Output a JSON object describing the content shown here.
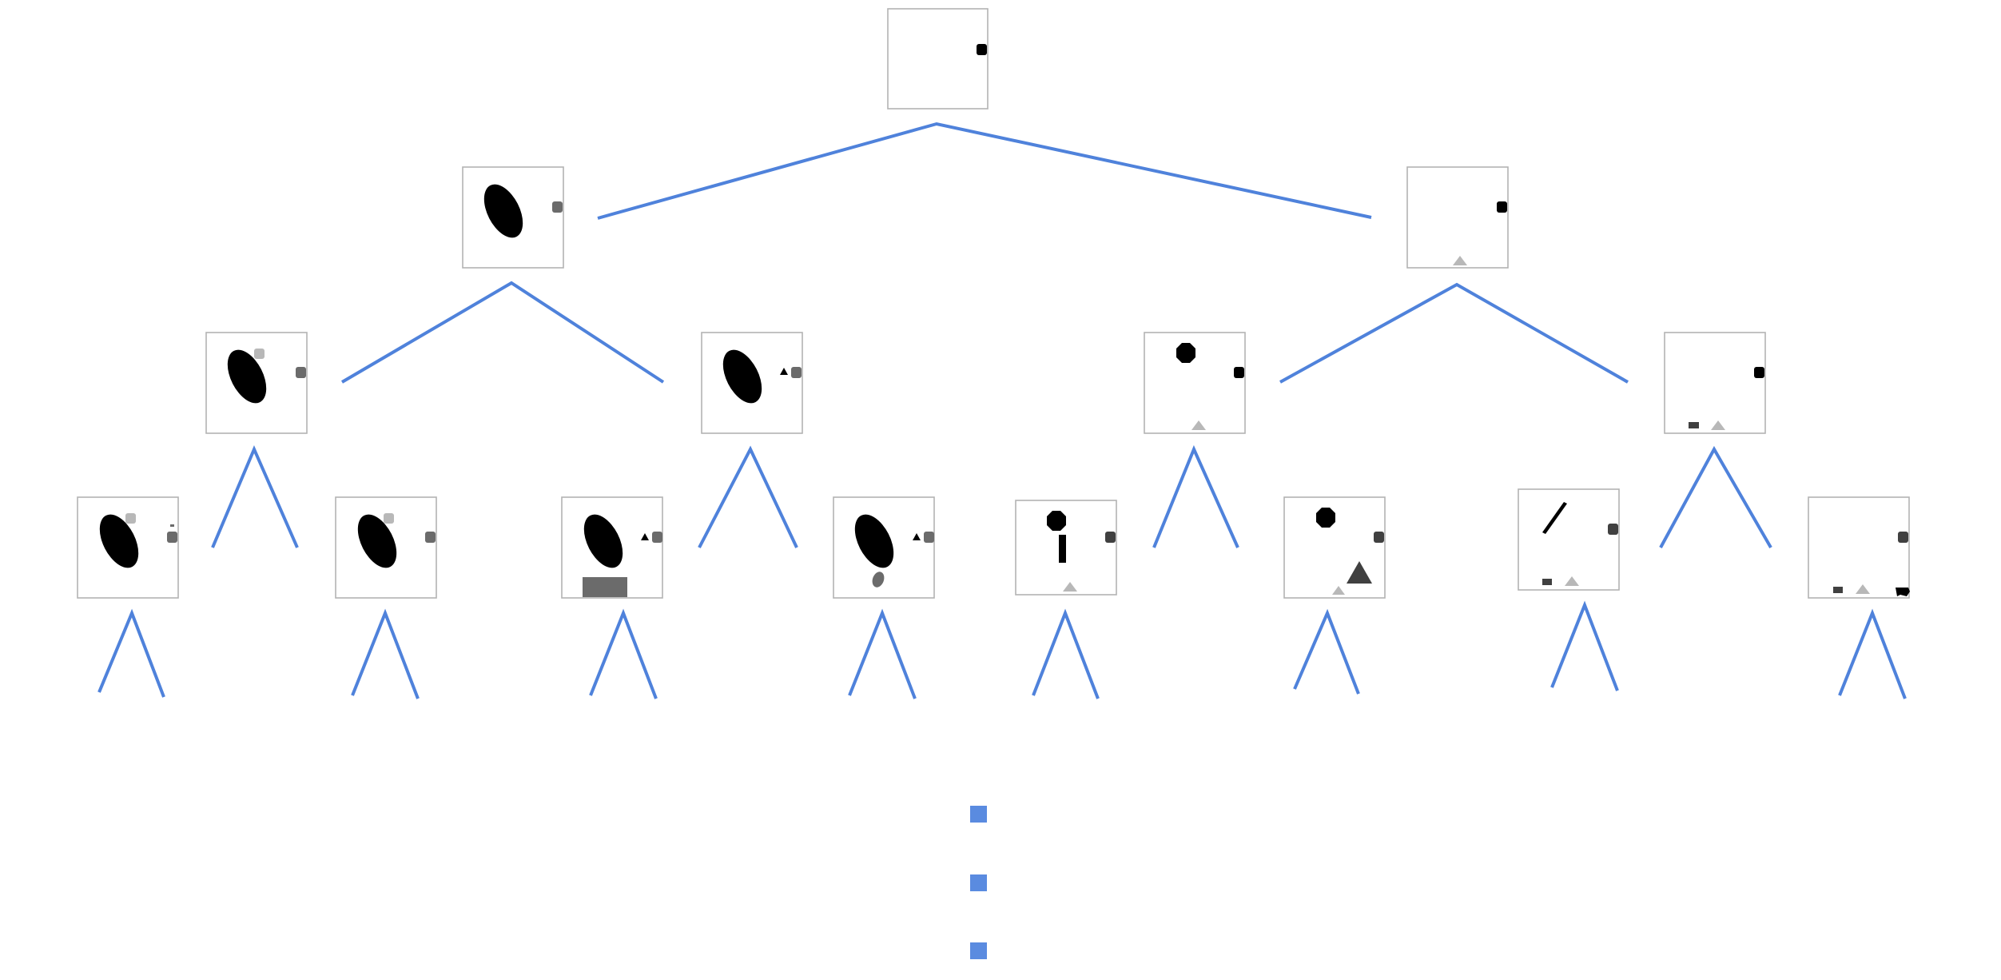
{
  "colors": {
    "edge": "#4f82db",
    "frame": "#b3b3b3",
    "black": "#000000",
    "dark_gray": "#404040",
    "mid_gray": "#6b6b6b",
    "light_gray": "#b8b8b8",
    "dot": "#5a8be0"
  },
  "tree": {
    "levels": 4,
    "children_per_node": 2,
    "continuation": "vertical-ellipsis"
  },
  "thumbnails": [
    {
      "id": "root",
      "level": 0,
      "objects": [
        "dark-gray-square"
      ]
    },
    {
      "id": "l1-left",
      "level": 1,
      "objects": [
        "black-ellipse",
        "mid-gray-square"
      ]
    },
    {
      "id": "l1-right",
      "level": 1,
      "objects": [
        "black-square",
        "light-gray-triangle"
      ]
    },
    {
      "id": "l2-a",
      "level": 2,
      "objects": [
        "black-ellipse",
        "light-gray-square",
        "mid-gray-square"
      ]
    },
    {
      "id": "l2-b",
      "level": 2,
      "objects": [
        "black-ellipse",
        "black-triangle",
        "mid-gray-square"
      ]
    },
    {
      "id": "l2-c",
      "level": 2,
      "objects": [
        "black-octagon",
        "black-square",
        "light-gray-triangle"
      ]
    },
    {
      "id": "l2-d",
      "level": 2,
      "objects": [
        "black-square",
        "dark-gray-rectangle",
        "light-gray-triangle"
      ]
    },
    {
      "id": "l3-a",
      "level": 3,
      "objects": [
        "black-ellipse",
        "light-gray-square",
        "mid-gray-square",
        "small-mark"
      ]
    },
    {
      "id": "l3-b",
      "level": 3,
      "objects": [
        "black-ellipse",
        "light-gray-square",
        "mid-gray-square"
      ]
    },
    {
      "id": "l3-c",
      "level": 3,
      "objects": [
        "black-ellipse",
        "black-triangle",
        "mid-gray-square",
        "mid-gray-rectangle"
      ]
    },
    {
      "id": "l3-d",
      "level": 3,
      "objects": [
        "black-ellipse",
        "black-triangle",
        "mid-gray-square",
        "gray-ellipse"
      ]
    },
    {
      "id": "l3-e",
      "level": 3,
      "objects": [
        "black-octagon",
        "black-bar",
        "dark-gray-square",
        "light-gray-triangle"
      ]
    },
    {
      "id": "l3-f",
      "level": 3,
      "objects": [
        "black-octagon",
        "dark-gray-square",
        "dark-triangle",
        "light-gray-triangle"
      ]
    },
    {
      "id": "l3-g",
      "level": 3,
      "objects": [
        "black-line",
        "dark-gray-square",
        "dark-gray-rectangle",
        "light-gray-triangle"
      ]
    },
    {
      "id": "l3-h",
      "level": 3,
      "objects": [
        "dark-gray-square",
        "dark-gray-rectangle",
        "light-gray-triangle",
        "black-squiggle"
      ]
    }
  ]
}
